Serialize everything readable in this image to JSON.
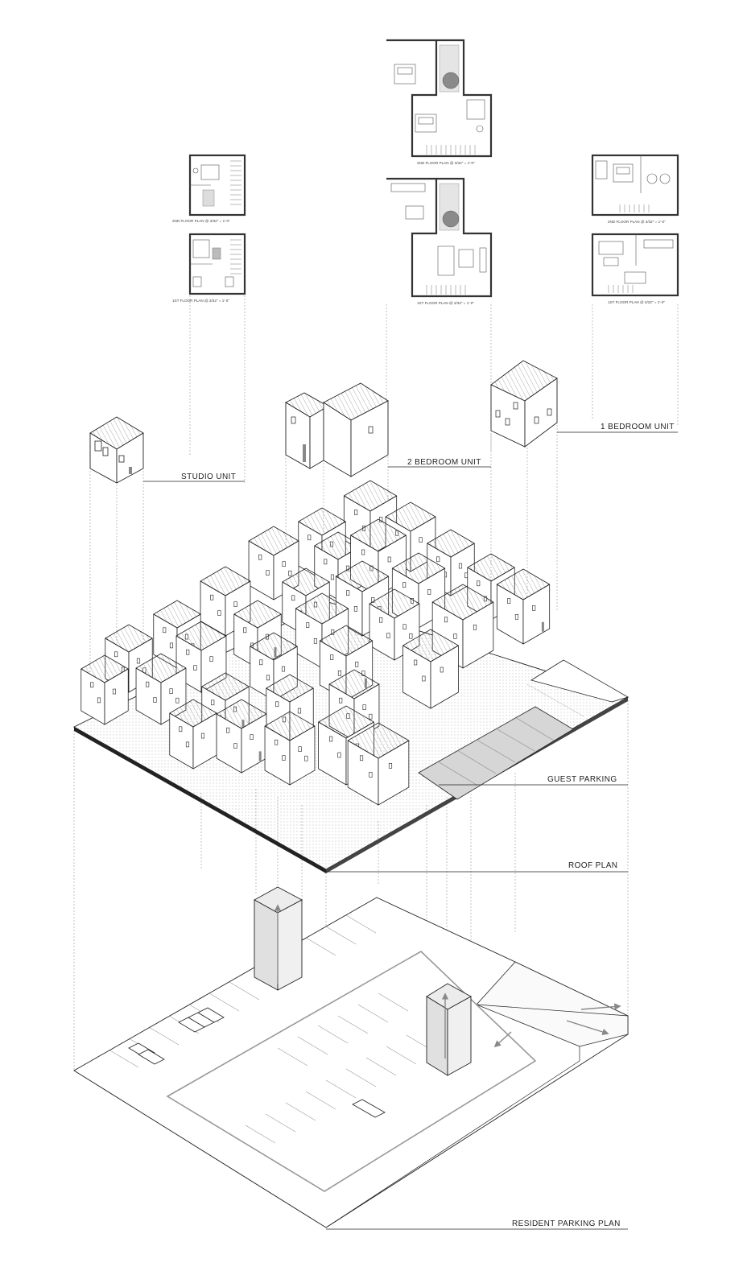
{
  "labels": {
    "studio_unit": "STUDIO UNIT",
    "two_bedroom_unit": "2 BEDROOM UNIT",
    "one_bedroom_unit": "1 BEDROOM UNIT",
    "guest_parking": "GUEST PARKING",
    "roof_plan": "ROOF PLAN",
    "resident_parking_plan": "RESIDENT PARKING PLAN"
  },
  "plan_captions": {
    "studio_2nd": "2ND FLOOR PLAN @ 3/32\" = 1'-0\"",
    "studio_1st": "1ST FLOOR PLAN @ 3/32\" = 1'-0\"",
    "two_bed_2nd": "2ND FLOOR PLAN @ 3/32\" = 1'-0\"",
    "two_bed_1st": "1ST FLOOR PLAN @ 3/32\" = 1'-0\"",
    "one_bed_2nd": "2ND FLOOR PLAN @ 3/32\" = 1'-0\"",
    "one_bed_1st": "1ST FLOOR PLAN @ 3/32\" = 1'-0\""
  },
  "colors": {
    "line": "#222222",
    "roof_hatch": "#777777",
    "guest_parking_fill": "#d6d6d6",
    "core_fill": "#e6e6e6",
    "furniture_gray": "#8a8a8a"
  }
}
